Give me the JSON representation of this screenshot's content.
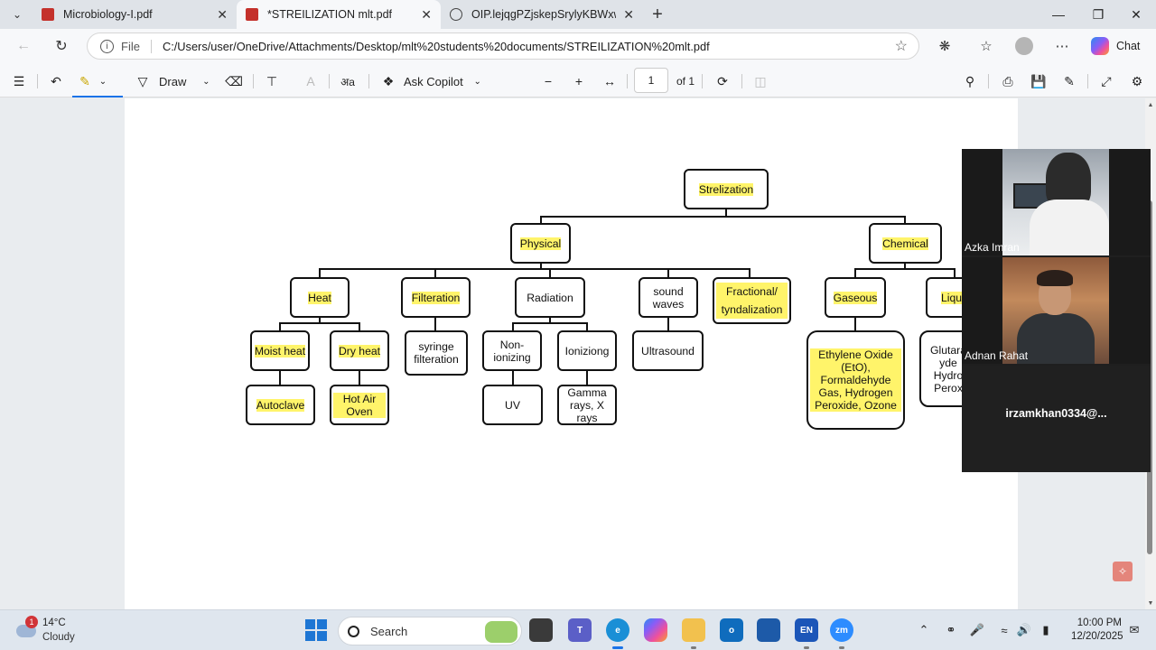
{
  "browser": {
    "tabs": [
      {
        "title": "Microbiology-I.pdf",
        "icon": "pdf-icon",
        "active": false
      },
      {
        "title": "*STREILIZATION mlt.pdf",
        "icon": "pdf-icon",
        "active": true
      },
      {
        "title": "OIP.lejqgPZjskepSrylyKBWxwAAA",
        "icon": "globe-icon",
        "active": false
      }
    ],
    "file_label": "File",
    "url": "C:/Users/user/OneDrive/Attachments/Desktop/mlt%20students%20documents/STREILIZATION%20mlt.pdf",
    "chat_label": "Chat"
  },
  "pdf_toolbar": {
    "draw_label": "Draw",
    "ask_copilot_label": "Ask Copilot",
    "page_number": "1",
    "page_total": "of 1"
  },
  "diagram": {
    "root": "Strelization",
    "physical": "Physical",
    "chemical": "Chemical",
    "heat": "Heat",
    "filteration": "Filteration",
    "radiation": "Radiation",
    "sound_waves": "sound waves",
    "fractional": "Fractional/ tyndalization",
    "gaseous": "Gaseous",
    "liquid": "Liqu",
    "moist_heat": "Moist heat",
    "dry_heat": "Dry heat",
    "syringe": "syringe filteration",
    "non_ionizing": "Non-ionizing",
    "ionizing": "Ioniziong",
    "ultrasound": "Ultrasound",
    "gaseous_agents": "Ethylene Oxide (EtO), Formaldehyde Gas, Hydrogen Peroxide, Ozone",
    "liquid_agents": "Glutara yde Hydro Perox",
    "autoclave": "Autoclave",
    "hot_air_oven": "Hot Air Oven",
    "uv": "UV",
    "gamma": "Gamma rays, X rays"
  },
  "call": {
    "participant1": "Azka Imran",
    "participant2": "Adnan Rahat",
    "participant3": "irzamkhan0334@..."
  },
  "taskbar": {
    "weather_badge": "1",
    "temperature": "14°C",
    "condition": "Cloudy",
    "search_placeholder": "Search",
    "time": "10:00 PM",
    "date": "12/20/2025"
  }
}
